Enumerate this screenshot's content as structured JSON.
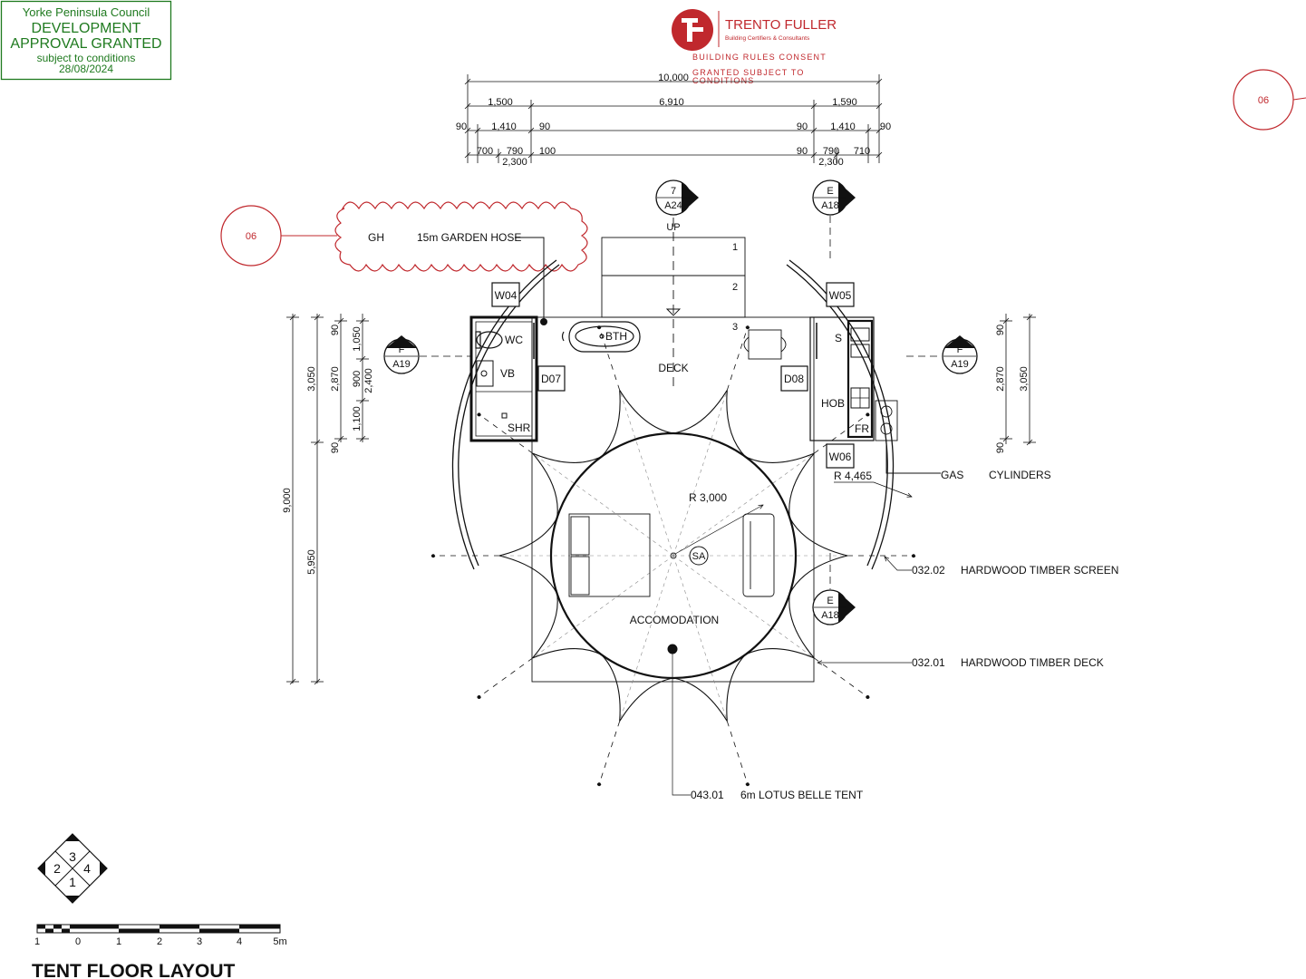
{
  "approval_stamp": {
    "council": "Yorke Peninsula Council",
    "line1": "DEVELOPMENT",
    "line2": "APPROVAL GRANTED",
    "line3": "subject to conditions",
    "date": "28/08/2024",
    "color": "#1f7a1f"
  },
  "certifier": {
    "name": "TRENTO FULLER",
    "tagline": "Building Certifiers & Consultants",
    "consent": "BUILDING RULES CONSENT",
    "granted": "GRANTED SUBJECT TO",
    "conditions": "CONDITIONS",
    "color": "#c0282d"
  },
  "revision_tags": {
    "left": "06",
    "right": "06"
  },
  "cloud_note": {
    "code": "GH",
    "text": "15m GARDEN HOSE"
  },
  "dimensions_top": {
    "overall": "10,000",
    "left": "1,500",
    "middle": "6,910",
    "right": "1,590",
    "row2": [
      "90",
      "1,410",
      "90",
      "90",
      "1,410",
      "90"
    ],
    "row3_left": [
      "700",
      "790",
      "100",
      "2,300"
    ],
    "row3_right": [
      "90",
      "790",
      "710",
      "2,300"
    ]
  },
  "dimensions_left": {
    "overall": "9,000",
    "upper": "3,050",
    "lower": "5,950",
    "inner": "2,870",
    "a": "90",
    "b": "90",
    "c": "1,050",
    "d": "900",
    "e": "2,400",
    "f": "1,100"
  },
  "dimensions_right": {
    "outer": "3,050",
    "inner": "2,870",
    "a": "90",
    "b": "90"
  },
  "section_markers": [
    {
      "top": "7",
      "bottom": "A24"
    },
    {
      "top": "E",
      "bottom": "A18"
    },
    {
      "top": "F",
      "bottom": "A19"
    },
    {
      "top": "F",
      "bottom": "A19"
    },
    {
      "top": "E",
      "bottom": "A18"
    }
  ],
  "windows": [
    "W04",
    "W05",
    "W06"
  ],
  "doors": [
    "D07",
    "D08"
  ],
  "stairs": {
    "up": "UP",
    "steps": [
      "1",
      "2",
      "3"
    ]
  },
  "rooms": {
    "wc": "WC",
    "vb": "VB",
    "shr": "SHR",
    "bth": "BTH",
    "deck": "DECK",
    "sink": "S",
    "hob": "HOB",
    "fridge": "FR",
    "accom": "ACCOMODATION",
    "sa": "SA"
  },
  "radii": {
    "tent": "R 3,000",
    "screen": "R 4,465"
  },
  "callouts": {
    "gas": "GAS",
    "cylinders": "CYLINDERS",
    "screen_code": "032.02",
    "screen_text": "HARDWOOD TIMBER SCREEN",
    "deck_code": "032.01",
    "deck_text": "HARDWOOD TIMBER DECK",
    "tent_code": "043.01",
    "tent_text": "6m LOTUS BELLE TENT"
  },
  "north_marker": {
    "n1": "3",
    "n2": "2",
    "n3": "4",
    "n4": "1"
  },
  "scale_bar": {
    "labels": [
      "1",
      "0",
      "1",
      "2",
      "3",
      "4",
      "5m"
    ]
  },
  "title": "TENT FLOOR LAYOUT"
}
